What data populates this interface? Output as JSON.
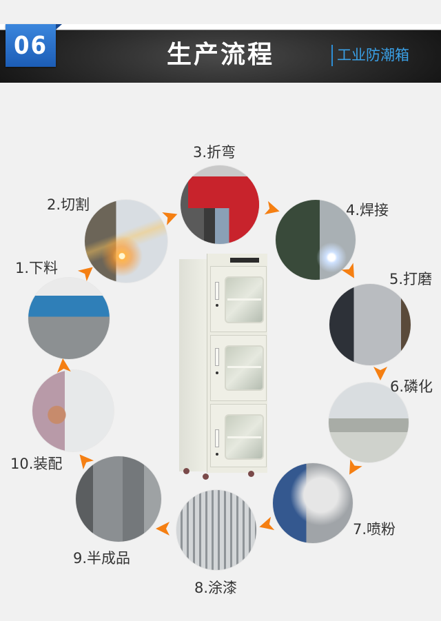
{
  "header": {
    "badge": "06",
    "title": "生产流程",
    "subtitle": "工业防潮箱",
    "colors": {
      "badge": "#2a6fcc",
      "subtitle": "#3aa0e6",
      "band": "#2c2c2c"
    }
  },
  "steps": [
    {
      "label": "1.下料",
      "photo": "material-cutting-machine"
    },
    {
      "label": "2.切割",
      "photo": "laser-cutting-sparks"
    },
    {
      "label": "3.折弯",
      "photo": "press-brake-workers"
    },
    {
      "label": "4.焊接",
      "photo": "welding-worker"
    },
    {
      "label": "5.打磨",
      "photo": "grinding-cabinet-frames"
    },
    {
      "label": "6.磷化",
      "photo": "phosphating-tanks"
    },
    {
      "label": "7.喷粉",
      "photo": "powder-spraying-worker"
    },
    {
      "label": "8.涂漆",
      "photo": "painted-parts-rack"
    },
    {
      "label": "9.半成品",
      "photo": "semi-finished-cabinets"
    },
    {
      "label": "10.装配",
      "photo": "assembly-worker-drill"
    }
  ],
  "arrow_color": "#f57f12",
  "center_product": "industrial-dry-cabinet"
}
